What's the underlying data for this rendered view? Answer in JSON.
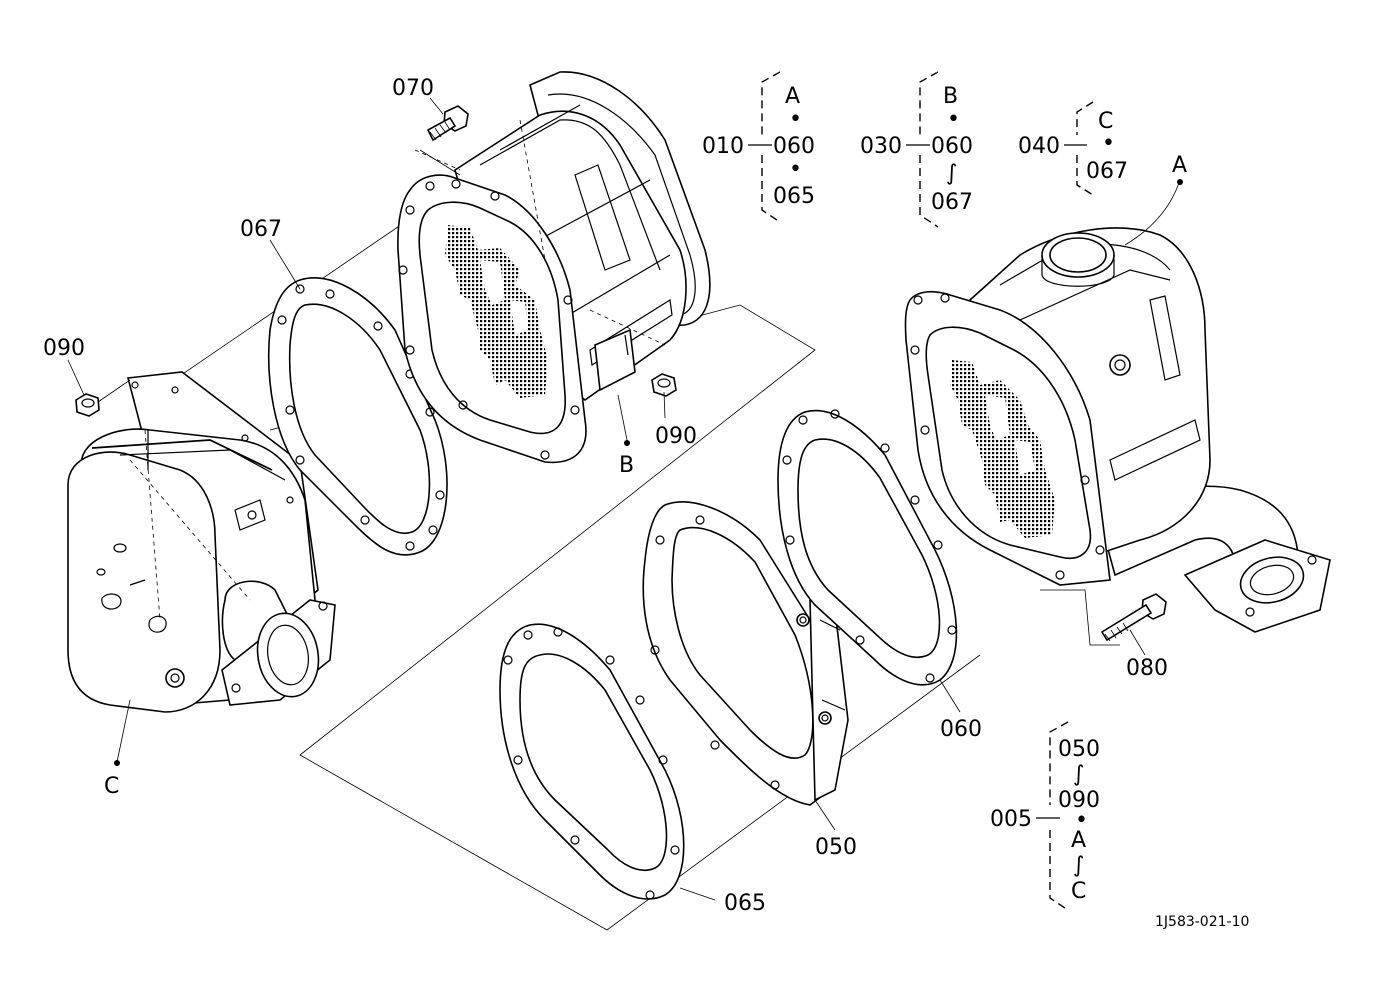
{
  "callouts": {
    "c070": "070",
    "c067": "067",
    "c090_left": "090",
    "c090_mid": "090",
    "c080": "080",
    "c060": "060",
    "c050": "050",
    "c065": "065",
    "refA": "A",
    "refB": "B",
    "refC": "C"
  },
  "groups": {
    "g010": {
      "id": "010",
      "items": [
        "A",
        "•",
        "060",
        "•",
        "065"
      ]
    },
    "g030": {
      "id": "030",
      "items": [
        "B",
        "•",
        "060",
        "∫",
        "067"
      ]
    },
    "g040": {
      "id": "040",
      "items": [
        "C",
        "•",
        "067"
      ]
    },
    "g005": {
      "id": "005",
      "items": [
        "050",
        "∫",
        "090",
        "•",
        "A",
        "∫",
        "C"
      ]
    }
  },
  "drawing_code": "1J583-021-10"
}
